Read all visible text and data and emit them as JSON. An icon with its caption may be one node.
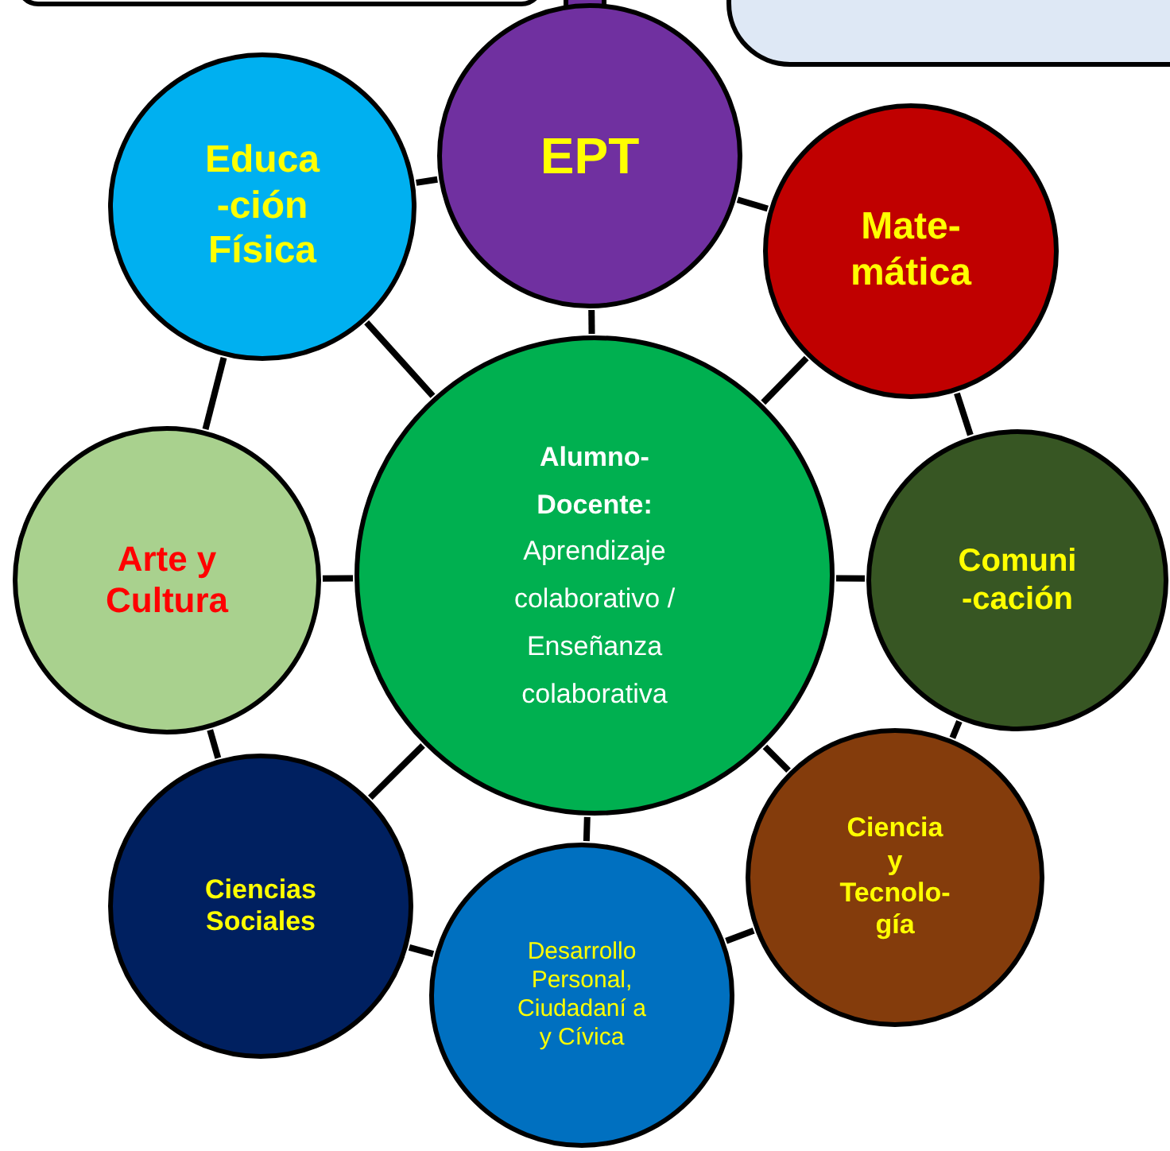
{
  "diagram": {
    "nodes": [
      {
        "text": [],
        "shape": "box"
      },
      {
        "text": [],
        "shape": "box"
      },
      {
        "text": [
          "EPT"
        ]
      },
      {
        "text": [
          "Educa -ción Física"
        ]
      },
      {
        "text": [
          "Mate- mática"
        ]
      },
      {
        "text": [
          "Arte y Cultura"
        ]
      },
      {
        "text": [
          "**Alumno-Docente:** Aprendizaje colaborativo / Enseñanza colaborativa"
        ]
      },
      {
        "text": [
          "Comuni -cación"
        ]
      },
      {
        "text": [
          "Ciencias Sociales"
        ]
      },
      {
        "text": [
          "Ciencia y Tecnolo- gía"
        ]
      },
      {
        "text": [
          "Desarrollo Personal, Ciudadaní a y Cívica"
        ]
      }
    ],
    "edges": [
      {
        "from": 6,
        "to": 2,
        "arrow": "none"
      },
      {
        "from": 6,
        "to": 4,
        "arrow": "none"
      },
      {
        "from": 6,
        "to": 7,
        "arrow": "none"
      },
      {
        "from": 6,
        "to": 9,
        "arrow": "none"
      },
      {
        "from": 6,
        "to": 10,
        "arrow": "none"
      },
      {
        "from": 6,
        "to": 8,
        "arrow": "none"
      },
      {
        "from": 6,
        "to": 5,
        "arrow": "none"
      },
      {
        "from": 6,
        "to": 3,
        "arrow": "none"
      },
      {
        "from": 2,
        "to": 4,
        "arrow": "none"
      },
      {
        "from": 4,
        "to": 7,
        "arrow": "none"
      },
      {
        "from": 7,
        "to": 9,
        "arrow": "none"
      },
      {
        "from": 9,
        "to": 10,
        "arrow": "none"
      },
      {
        "from": 10,
        "to": 8,
        "arrow": "none"
      },
      {
        "from": 8,
        "to": 5,
        "arrow": "none"
      },
      {
        "from": 5,
        "to": 3,
        "arrow": "none"
      },
      {
        "from": 3,
        "to": 2,
        "arrow": "none"
      }
    ]
  }
}
